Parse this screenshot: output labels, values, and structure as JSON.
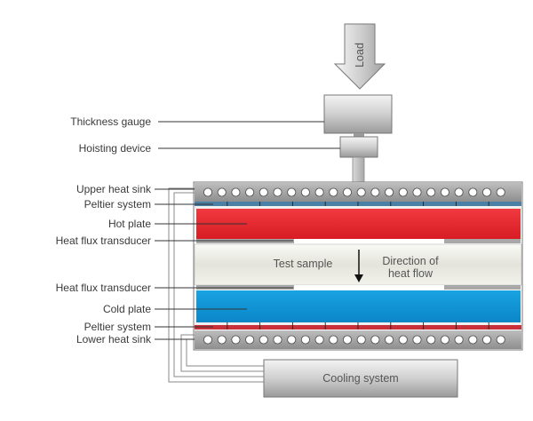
{
  "load": "Load",
  "labels": {
    "thickness_gauge": "Thickness gauge",
    "hoisting_device": "Hoisting device",
    "upper_heat_sink": "Upper heat sink",
    "peltier_top": "Peltier system",
    "hot_plate": "Hot plate",
    "hft_top": "Heat flux transducer",
    "hft_bottom": "Heat flux transducer",
    "cold_plate": "Cold plate",
    "peltier_bottom": "Peltier system",
    "lower_heat_sink": "Lower heat sink"
  },
  "test_sample": "Test sample",
  "direction_line1": "Direction of",
  "direction_line2": "heat flow",
  "cooling_system": "Cooling system",
  "colors": {
    "hot_plate": "#e8232b",
    "cold_plate": "#0e95d6",
    "peltier_top": "#4a7fa6",
    "peltier_bottom": "#c8303a"
  }
}
